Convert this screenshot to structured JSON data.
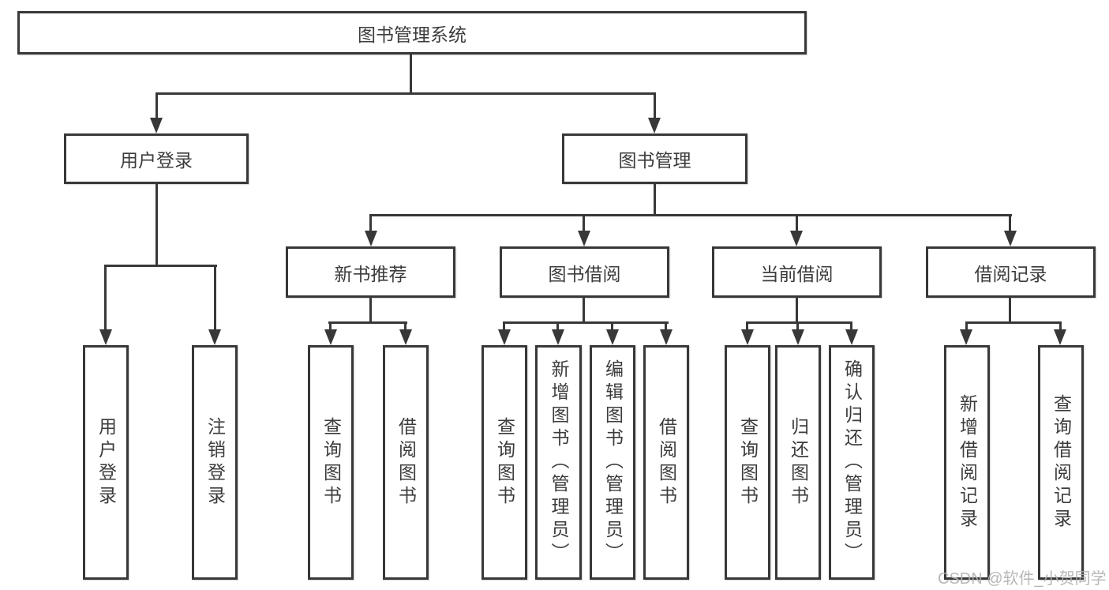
{
  "tree": {
    "label": "图书管理系统",
    "children": [
      {
        "label": "用户登录",
        "children": [
          {
            "label": "用户登录"
          },
          {
            "label": "注销登录"
          }
        ]
      },
      {
        "label": "图书管理",
        "children": [
          {
            "label": "新书推荐",
            "children": [
              {
                "label": "查询图书"
              },
              {
                "label": "借阅图书"
              }
            ]
          },
          {
            "label": "图书借阅",
            "children": [
              {
                "label": "查询图书"
              },
              {
                "label": "新增图书（管理员）"
              },
              {
                "label": "编辑图书（管理员）"
              },
              {
                "label": "借阅图书"
              }
            ]
          },
          {
            "label": "当前借阅",
            "children": [
              {
                "label": "查询图书"
              },
              {
                "label": "归还图书"
              },
              {
                "label": "确认归还（管理员）"
              }
            ]
          },
          {
            "label": "借阅记录",
            "children": [
              {
                "label": "新增借阅记录"
              },
              {
                "label": "查询借阅记录"
              }
            ]
          }
        ]
      }
    ]
  },
  "watermark": {
    "text": "CSDN @软件_小贺同学"
  },
  "colors": {
    "line": "#383838",
    "text": "#3c3c3c",
    "watermark": "#b0b0b0",
    "background": "#ffffff"
  }
}
